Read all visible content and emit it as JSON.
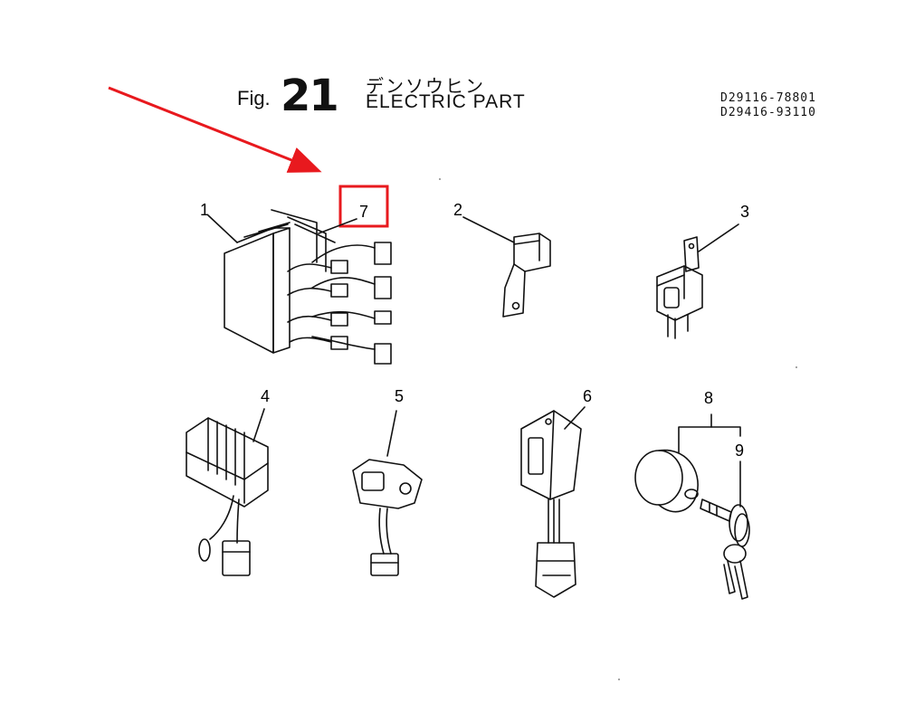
{
  "header": {
    "fig_label": "Fig.",
    "fig_number": "21",
    "title_jp": "デンソウヒン",
    "title_en": "ELECTRIC PART",
    "part_numbers": [
      "D29116-78801",
      "D29416-93110"
    ]
  },
  "callouts": [
    "1",
    "2",
    "3",
    "4",
    "5",
    "6",
    "7",
    "8",
    "9"
  ],
  "highlight": {
    "color": "#e8191e",
    "target_callout": "7"
  }
}
